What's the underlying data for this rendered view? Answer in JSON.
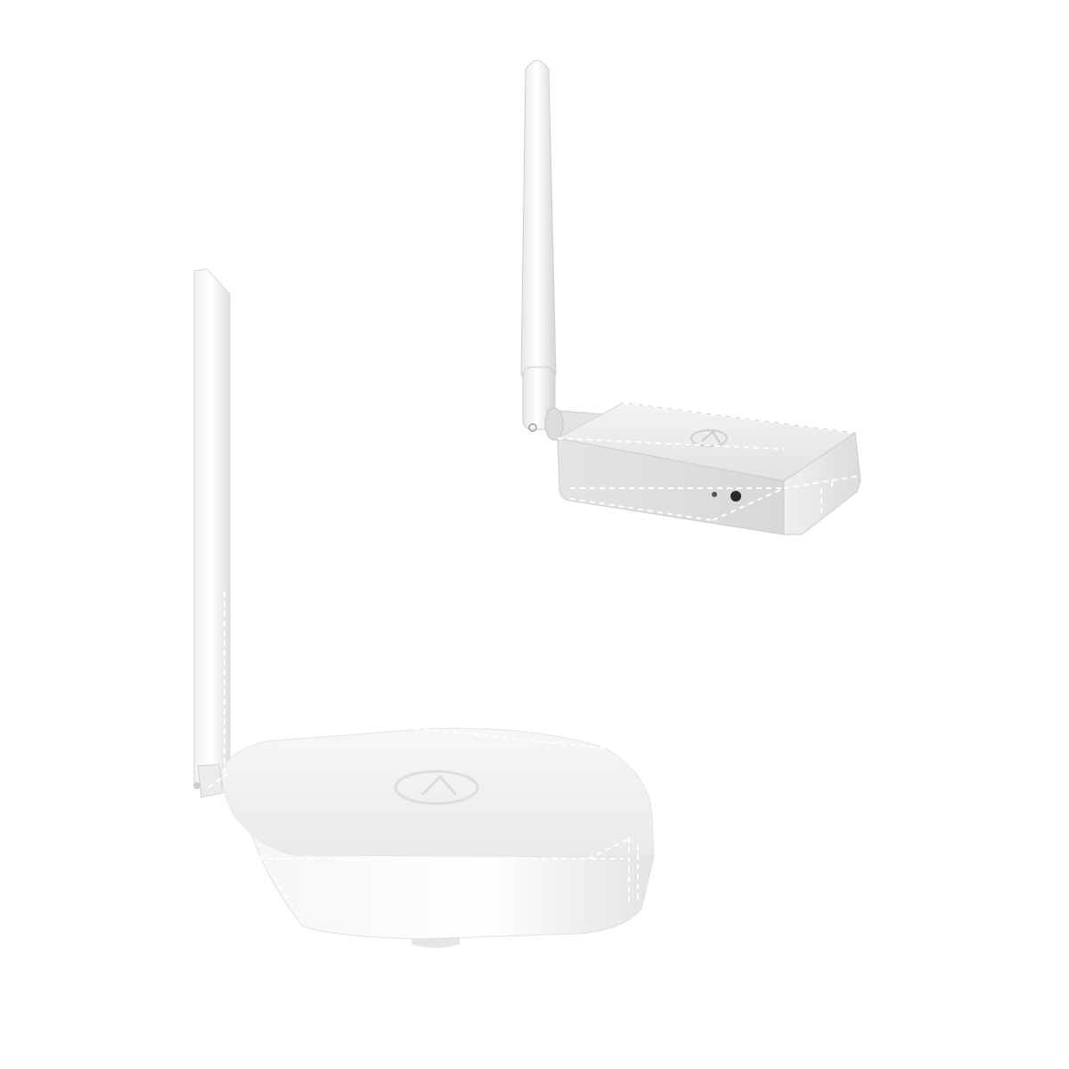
{
  "scene": {
    "background": "#ffffff",
    "devices": [
      {
        "name": "large-router",
        "color": "#f3f3f3",
        "icon": "brand-logo-icon"
      },
      {
        "name": "small-gateway",
        "color": "#e9e9e9",
        "icon": "brand-logo-icon"
      }
    ],
    "annotation_style": "white dashed dimension lines"
  }
}
